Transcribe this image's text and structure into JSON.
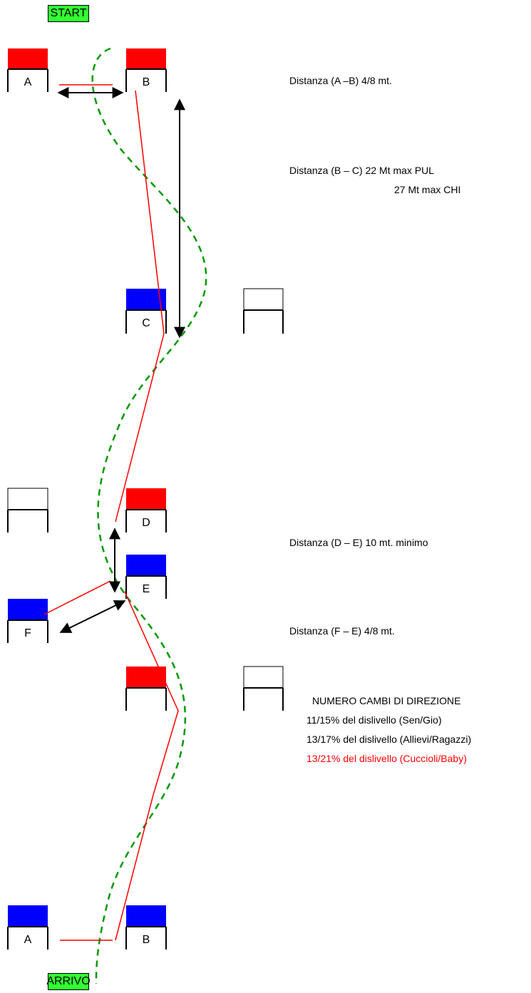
{
  "signs": {
    "start": "START",
    "finish": "ARRIVO"
  },
  "gates": {
    "top_a": "A",
    "top_b": "B",
    "c": "C",
    "d": "D",
    "e": "E",
    "f": "F",
    "bottom_a": "A",
    "bottom_b": "B"
  },
  "notes": {
    "ab": "Distanza (A –B) 4/8 mt.",
    "bc_line1": "Distanza (B – C) 22 Mt max PUL",
    "bc_line2": "27 Mt max CHI",
    "de": "Distanza (D – E) 10 mt. minimo",
    "fe": "Distanza (F – E) 4/8 mt.",
    "changes_title": "NUMERO CAMBI DI DIREZIONE",
    "changes_1": "11/15% del dislivello (Sen/Gio)",
    "changes_2": "13/17% del dislivello (Allievi/Ragazzi)",
    "changes_3": "13/21% del dislivello (Cuccioli/Baby)"
  },
  "colors": {
    "red_gate": "#ff0000",
    "blue_gate": "#0000ff",
    "sign": "#33ff33",
    "racing_line": "#ff0000",
    "fall_line": "#009900",
    "note_highlight": "#ff0000"
  }
}
